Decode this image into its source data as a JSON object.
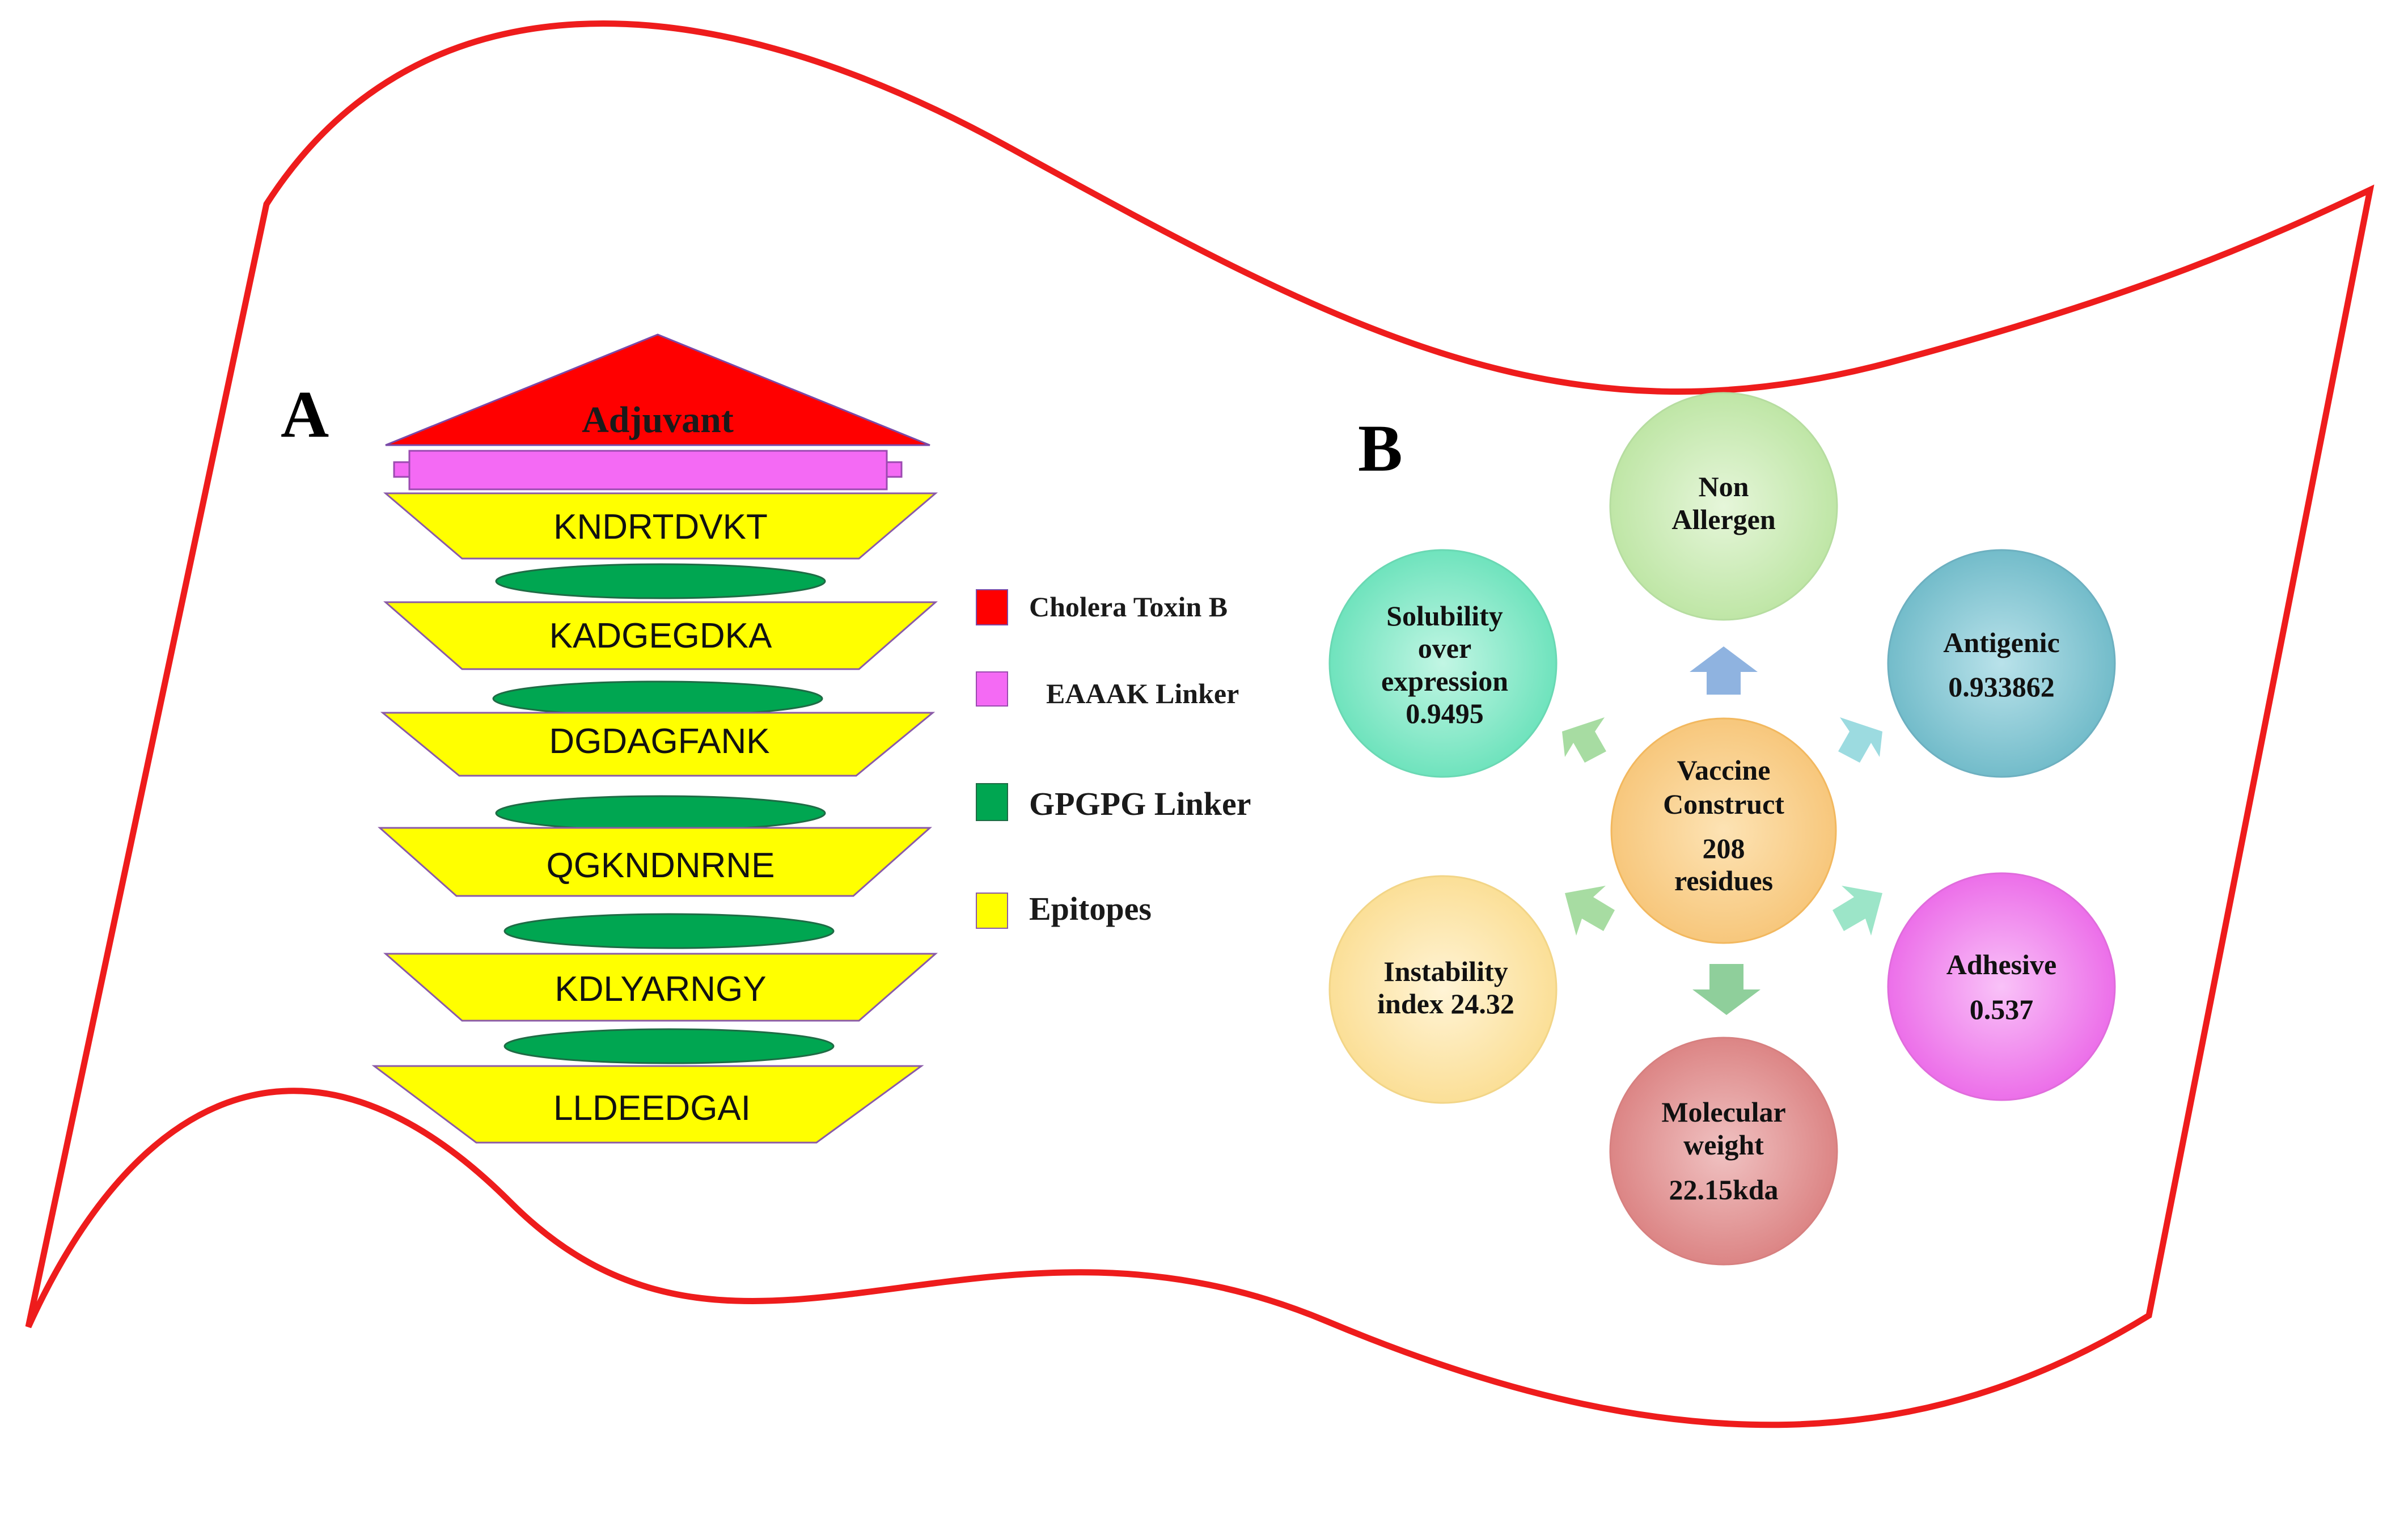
{
  "panel_a": {
    "label": "A",
    "adjuvant_label": "Adjuvant",
    "epitopes": [
      "KNDRTDVKT",
      "KADGEGDKA",
      "DGDAGFANK",
      "QGKNDNRNE",
      "KDLYARNGY",
      "LLDEEDGAI"
    ],
    "legend": [
      {
        "label": "Cholera Toxin B",
        "color": "#ff0000"
      },
      {
        "label": "EAAAK Linker",
        "color": "#f46af4"
      },
      {
        "label": "GPGPG Linker",
        "color": "#00a651"
      },
      {
        "label": "Epitopes",
        "color": "#ffff00"
      }
    ]
  },
  "panel_b": {
    "label": "B",
    "center": {
      "lines": [
        "Vaccine",
        "Construct",
        "208",
        "residues"
      ],
      "color": "#fbcf85"
    },
    "properties": [
      {
        "name": "non-allergen",
        "lines": [
          "Non",
          "Allergen"
        ],
        "color": "#c9ecb5"
      },
      {
        "name": "antigenic",
        "lines": [
          "Antigenic",
          "0.933862"
        ],
        "color": "#8ccad6"
      },
      {
        "name": "adhesive",
        "lines": [
          "Adhesive",
          "0.537"
        ],
        "color": "#f28bf0"
      },
      {
        "name": "molecular-weight",
        "lines": [
          "Molecular",
          "weight",
          "22.15kda"
        ],
        "color": "#e49a9a"
      },
      {
        "name": "instability",
        "lines": [
          "Instability",
          "index 24.32"
        ],
        "color": "#fde7a9"
      },
      {
        "name": "solubility",
        "lines": [
          "Solubility",
          "over",
          "expression",
          "0.9495"
        ],
        "color": "#8ceccc"
      }
    ]
  },
  "colors": {
    "border": "#ee1c1c",
    "adjuvant": "#ff0000",
    "eaaak": "#f46af4",
    "gpgpg": "#00a651",
    "epitope": "#ffff00"
  }
}
